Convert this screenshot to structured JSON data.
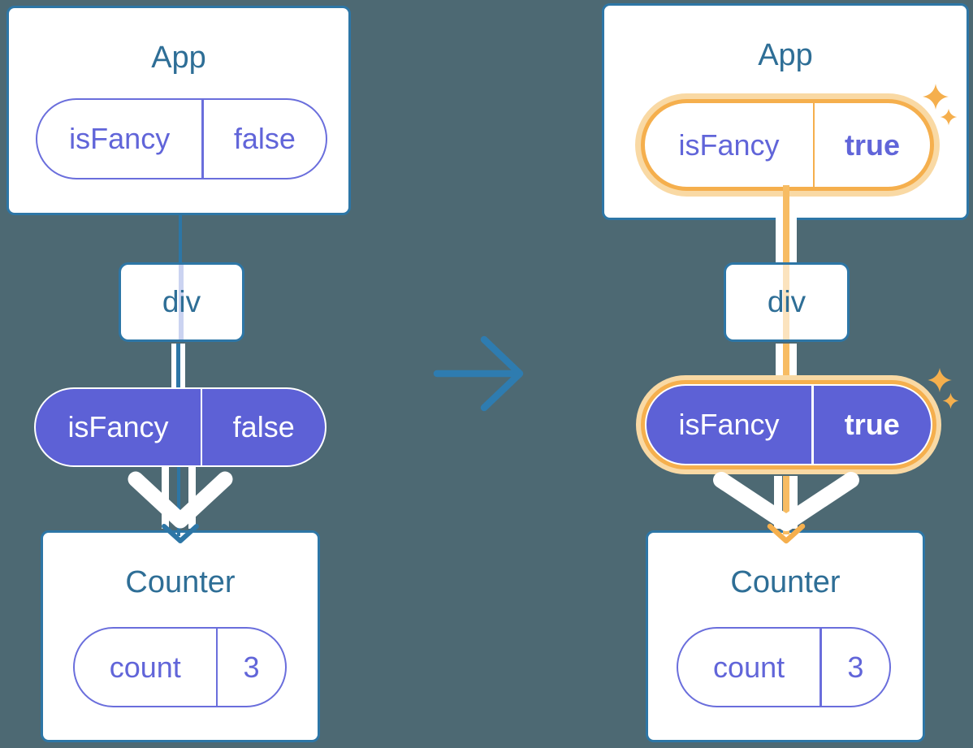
{
  "colors": {
    "background": "#4D6973",
    "card_border": "#2D76A6",
    "title_text": "#2E6E96",
    "purple": "#6165D9",
    "purple_fill": "#5D61D6",
    "purple_outline": "#6A6EDC",
    "highlight_orange": "#F5AF4D",
    "highlight_halo": "#F9D9A4",
    "highlight_line": "#F7BC63",
    "lavender_line": "#CBD3F1",
    "peach_line": "#FBE3BE",
    "arrow_blue": "#2E7CB0",
    "white": "#FFFFFF"
  },
  "transition_arrow": {
    "icon": "arrow-right",
    "direction": "right"
  },
  "trees": {
    "before": {
      "app": {
        "title": "App",
        "state": {
          "name": "isFancy",
          "value": "false"
        },
        "highlighted": false
      },
      "div": {
        "title": "div"
      },
      "prop": {
        "name": "isFancy",
        "value": "false",
        "highlighted": false
      },
      "counter": {
        "title": "Counter",
        "state": {
          "name": "count",
          "value": "3"
        }
      }
    },
    "after": {
      "app": {
        "title": "App",
        "state": {
          "name": "isFancy",
          "value": "true"
        },
        "highlighted": true
      },
      "div": {
        "title": "div"
      },
      "prop": {
        "name": "isFancy",
        "value": "true",
        "highlighted": true
      },
      "counter": {
        "title": "Counter",
        "state": {
          "name": "count",
          "value": "3"
        }
      }
    }
  }
}
